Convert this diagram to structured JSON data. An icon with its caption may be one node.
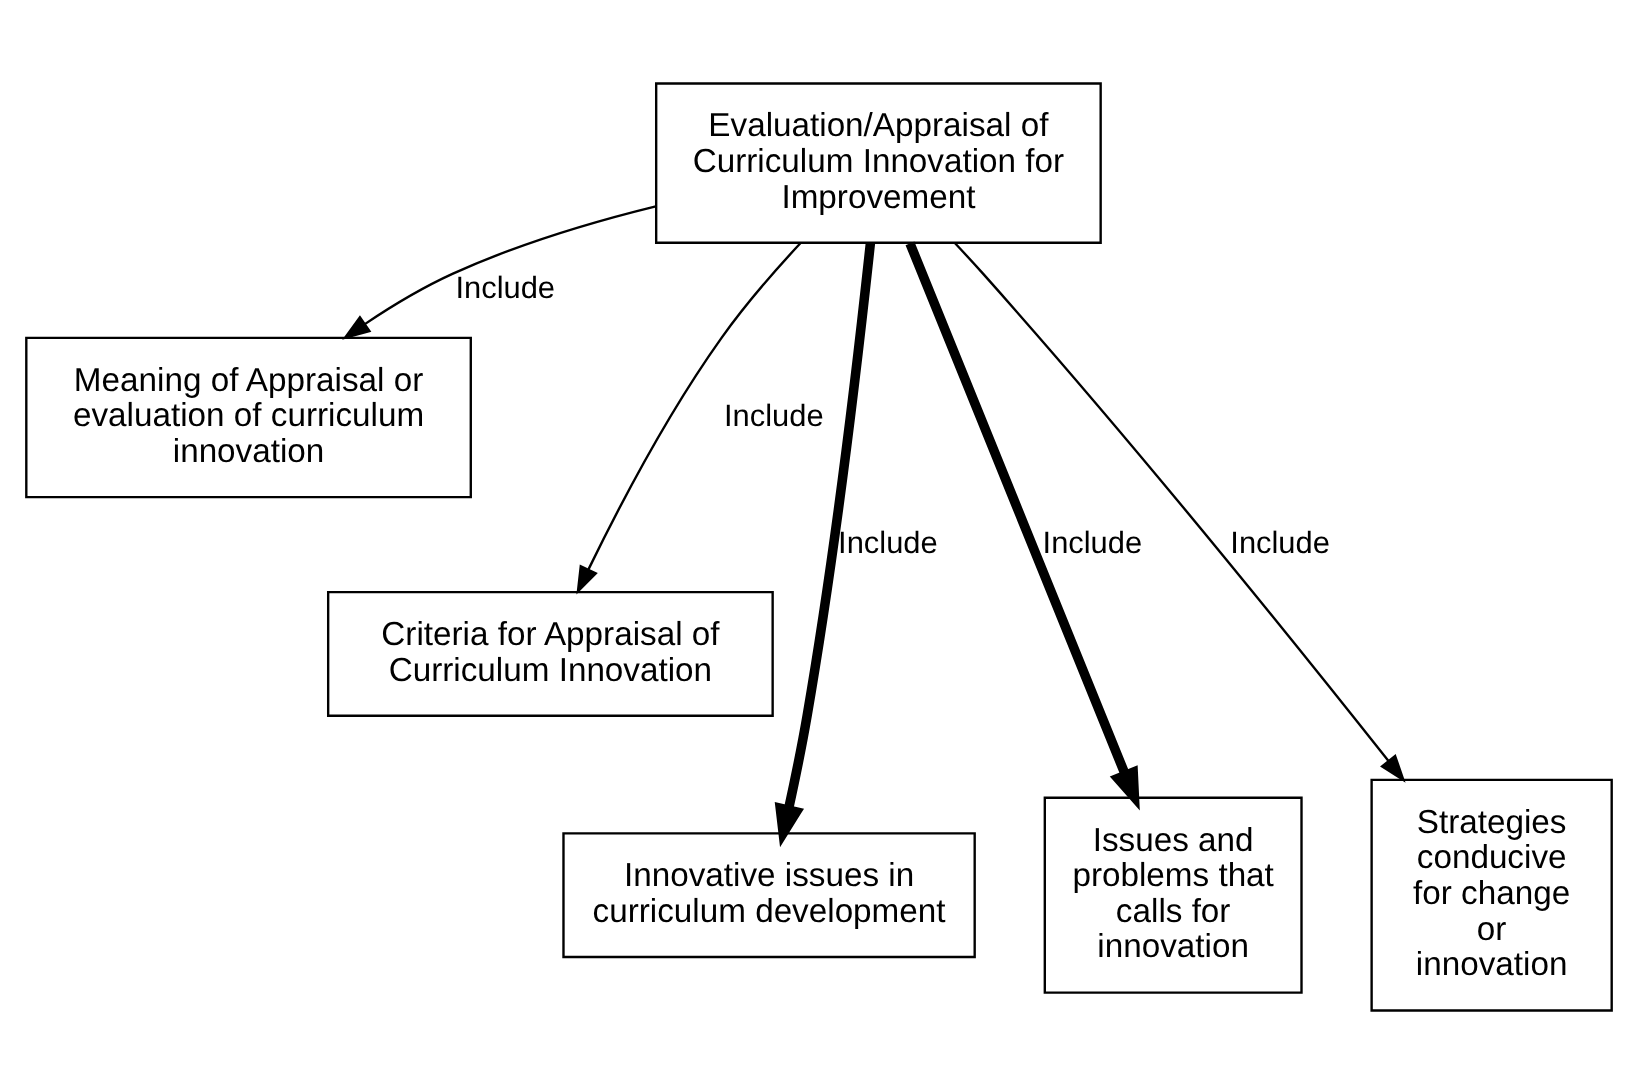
{
  "diagram": {
    "nodes": [
      {
        "text": [
          "Evaluation/Appraisal of Curriculum Innovation for Improvement"
        ]
      },
      {
        "text": [
          "Meaning of Appraisal or evaluation of curriculum innovation"
        ]
      },
      {
        "text": [
          "Criteria for Appraisal of Curriculum Innovation"
        ]
      },
      {
        "text": [
          "Innovative issues in curriculum development"
        ]
      },
      {
        "text": [
          "Issues and problems that calls for innovation"
        ]
      },
      {
        "text": [
          "Strategies conducive for change or innovation"
        ]
      }
    ],
    "edges": [
      {
        "from": 0,
        "to": 1,
        "arrow": "to",
        "label": "Include"
      },
      {
        "from": 0,
        "to": 2,
        "arrow": "to",
        "label": "Include"
      },
      {
        "from": 0,
        "to": 3,
        "arrow": "to",
        "label": "Include",
        "style": "thick"
      },
      {
        "from": 0,
        "to": 4,
        "arrow": "to",
        "label": "Include",
        "style": "thick"
      },
      {
        "from": 0,
        "to": 5,
        "arrow": "to",
        "label": "Include"
      }
    ]
  }
}
